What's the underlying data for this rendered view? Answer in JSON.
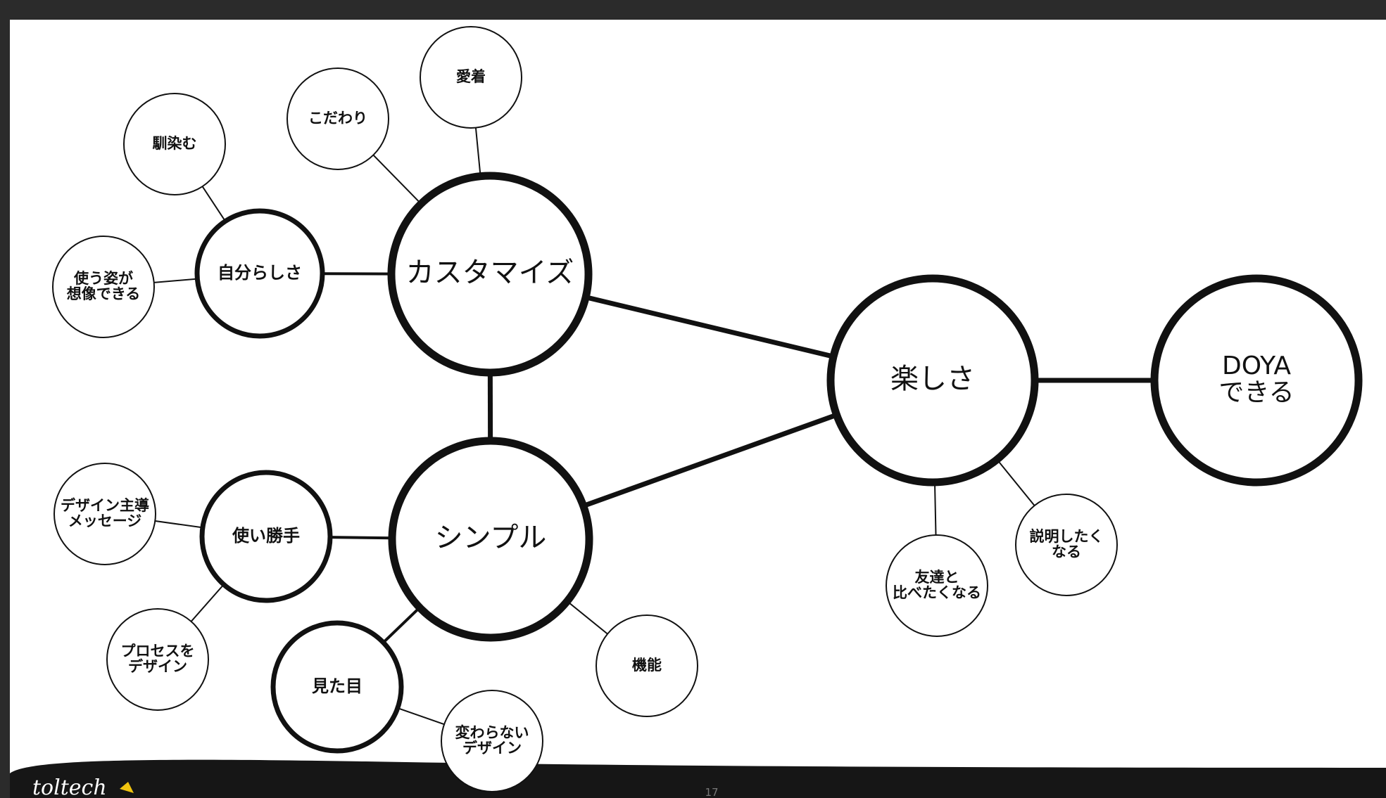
{
  "slide": {
    "page_number": "17",
    "logo_text": "toltech"
  },
  "mindmap": {
    "nodes": [
      {
        "id": "customize",
        "label": [
          "カスタマイズ"
        ],
        "level": "primary"
      },
      {
        "id": "simple",
        "label": [
          "シンプル"
        ],
        "level": "primary"
      },
      {
        "id": "tanoshisa",
        "label": [
          "楽しさ"
        ],
        "level": "primary"
      },
      {
        "id": "doya",
        "label": [
          "DOYA",
          "できる"
        ],
        "level": "primary"
      },
      {
        "id": "jibun",
        "label": [
          "自分らしさ"
        ],
        "level": "secondary"
      },
      {
        "id": "tsukaigatte",
        "label": [
          "使い勝手"
        ],
        "level": "secondary"
      },
      {
        "id": "mitame",
        "label": [
          "見た目"
        ],
        "level": "secondary"
      },
      {
        "id": "aichaku",
        "label": [
          "愛着"
        ],
        "level": "leaf"
      },
      {
        "id": "kodawari",
        "label": [
          "こだわり"
        ],
        "level": "leaf"
      },
      {
        "id": "najimu",
        "label": [
          "馴染む"
        ],
        "level": "leaf"
      },
      {
        "id": "tsukausugata",
        "label": [
          "使う姿が",
          "想像できる"
        ],
        "level": "leaf"
      },
      {
        "id": "design-message",
        "label": [
          "デザイン主導",
          "メッセージ"
        ],
        "level": "leaf"
      },
      {
        "id": "process",
        "label": [
          "プロセスを",
          "デザイン"
        ],
        "level": "leaf"
      },
      {
        "id": "kawaranai",
        "label": [
          "変わらない",
          "デザイン"
        ],
        "level": "leaf"
      },
      {
        "id": "kinou",
        "label": [
          "機能"
        ],
        "level": "leaf"
      },
      {
        "id": "tomodachi",
        "label": [
          "友達と",
          "比べたくなる"
        ],
        "level": "leaf"
      },
      {
        "id": "setsumei",
        "label": [
          "説明したく",
          "なる"
        ],
        "level": "leaf"
      }
    ],
    "edges": [
      [
        "customize",
        "tanoshisa"
      ],
      [
        "simple",
        "tanoshisa"
      ],
      [
        "tanoshisa",
        "doya"
      ],
      [
        "customize",
        "simple"
      ],
      [
        "customize",
        "jibun"
      ],
      [
        "customize",
        "kodawari"
      ],
      [
        "customize",
        "aichaku"
      ],
      [
        "jibun",
        "najimu"
      ],
      [
        "jibun",
        "tsukausugata"
      ],
      [
        "simple",
        "tsukaigatte"
      ],
      [
        "simple",
        "mitame"
      ],
      [
        "simple",
        "kinou"
      ],
      [
        "tsukaigatte",
        "design-message"
      ],
      [
        "tsukaigatte",
        "process"
      ],
      [
        "mitame",
        "kawaranai"
      ],
      [
        "tanoshisa",
        "tomodachi"
      ],
      [
        "tanoshisa",
        "setsumei"
      ]
    ]
  }
}
